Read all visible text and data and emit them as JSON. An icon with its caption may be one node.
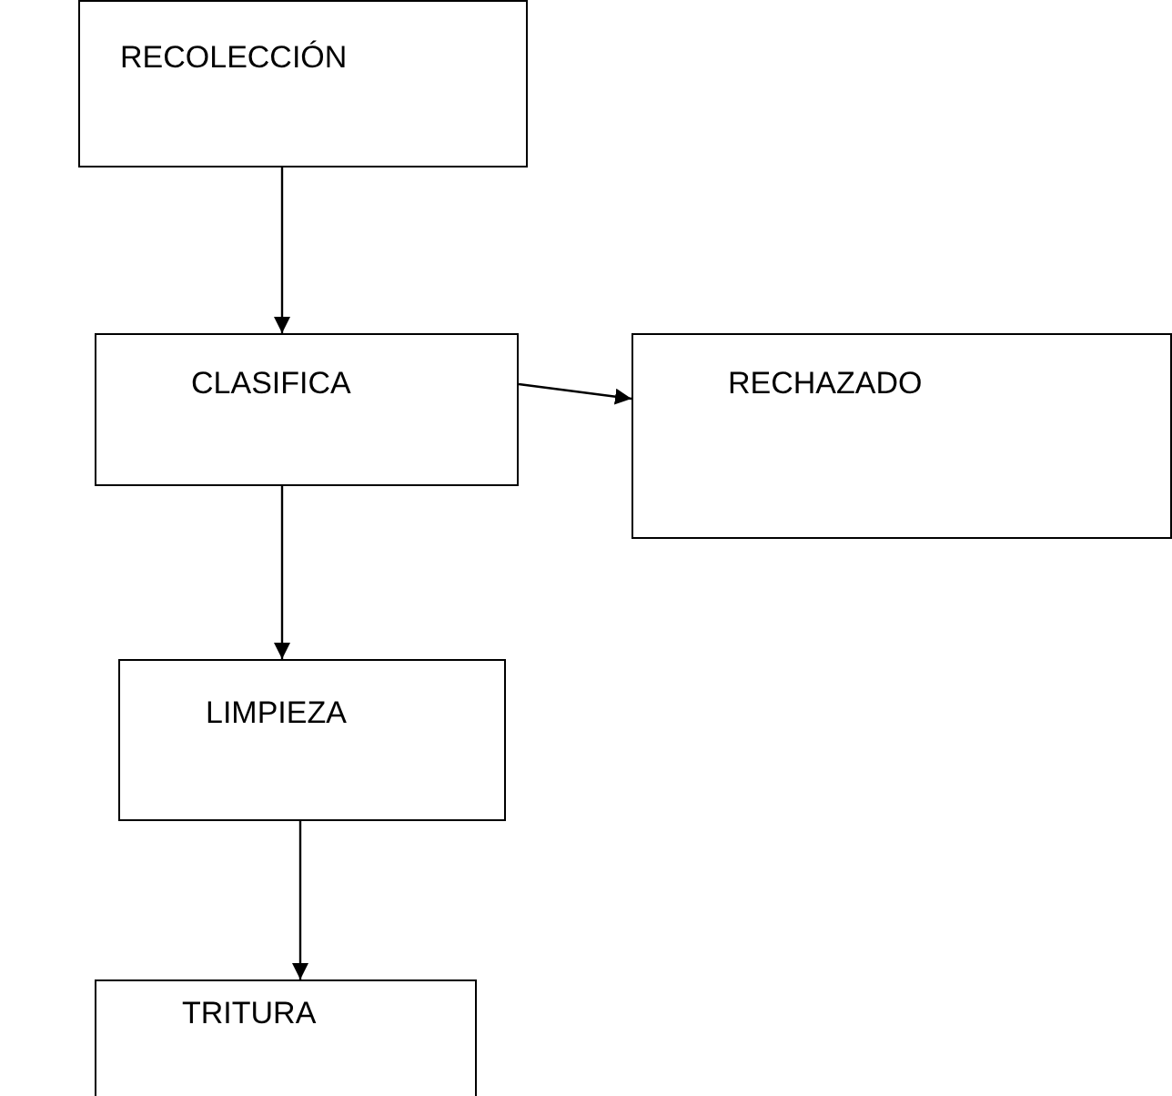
{
  "diagram": {
    "nodes": [
      {
        "text": [
          "RECOLECCIÓN"
        ]
      },
      {
        "text": [
          "CLASIFICA"
        ]
      },
      {
        "text": [
          "RECHAZADO"
        ]
      },
      {
        "text": [
          "LIMPIEZA"
        ]
      },
      {
        "text": [
          "TRITURA"
        ]
      }
    ],
    "edges": [
      {
        "from": 0,
        "to": 1,
        "arrow": "to"
      },
      {
        "from": 1,
        "to": 2,
        "arrow": "to"
      },
      {
        "from": 1,
        "to": 3,
        "arrow": "to"
      },
      {
        "from": 3,
        "to": 4,
        "arrow": "to"
      }
    ]
  }
}
